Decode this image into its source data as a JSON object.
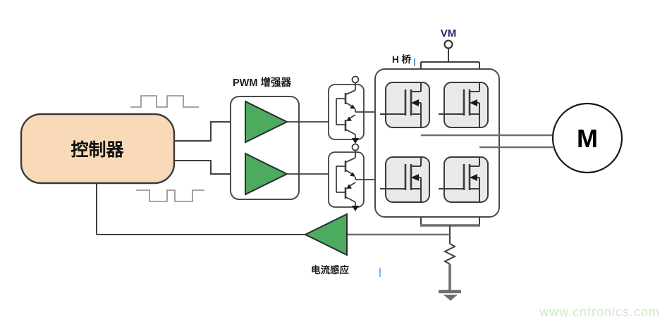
{
  "diagram": {
    "type": "circuit-block-diagram",
    "description": "Brushed DC motor drive block diagram: controller outputs two PWM signals through a PWM booster and push-pull BJT driver stages into an H-bridge of four MOSFETs powered from VM, driving motor M; low-side sense resistor to ground feeds a current-sense amplifier back to the controller",
    "labels": {
      "controller": "控制器",
      "pwm_booster": "PWM 增强器",
      "h_bridge": "H 桥",
      "vm_supply": "VM",
      "motor": "M",
      "current_sense": "电流感应"
    },
    "components": [
      {
        "id": "controller",
        "label": "控制器",
        "shape": "rounded-rect",
        "fill": "#f8dab9"
      },
      {
        "id": "pwm-waveform-top",
        "type": "pwm-pulse-train",
        "polarity": "positive"
      },
      {
        "id": "pwm-waveform-bottom",
        "type": "pwm-pulse-train",
        "polarity": "negative"
      },
      {
        "id": "pwm-booster",
        "label": "PWM 增强器",
        "contains": [
          "buffer-amp-1",
          "buffer-amp-2"
        ]
      },
      {
        "id": "gate-driver-1",
        "type": "push-pull-bjt-pair"
      },
      {
        "id": "gate-driver-2",
        "type": "push-pull-bjt-pair"
      },
      {
        "id": "h-bridge",
        "label": "H 桥",
        "contains": [
          "mosfet-top-left",
          "mosfet-top-right",
          "mosfet-bottom-left",
          "mosfet-bottom-right"
        ]
      },
      {
        "id": "vm-terminal",
        "label": "VM",
        "type": "supply-terminal"
      },
      {
        "id": "motor",
        "label": "M",
        "shape": "circle"
      },
      {
        "id": "current-sense-amp",
        "label": "电流感应",
        "shape": "left-pointing-triangle"
      },
      {
        "id": "sense-resistor",
        "type": "resistor-zigzag"
      },
      {
        "id": "ground",
        "type": "ground-symbol"
      }
    ],
    "connections": [
      "控制器 → PWM 增强器 (两路 PWM)",
      "PWM 增强器 → 推挽驱动级 ×2",
      "推挽驱动级 → H 桥",
      "VM → H 桥上轨",
      "H 桥 → 电机 M (两条相线)",
      "H 桥下轨 → 采样电阻 → 地",
      "采样电阻节点 → 电流感应放大器 → 控制器"
    ],
    "colors": {
      "background": "#ffffff",
      "controller_fill": "#f8dab9",
      "amplifier_green": "#4cab5e",
      "mosfet_box_fill": "#e9e9e9",
      "line_dark": "#3f3f3f",
      "line_grey": "#6e6e6e",
      "vm_text": "#1f2766",
      "cursor_artifact_blue": "#5b9bd5",
      "watermark_green": "#cfe9c9"
    }
  },
  "watermark": {
    "text": "www.cntronics.com"
  }
}
